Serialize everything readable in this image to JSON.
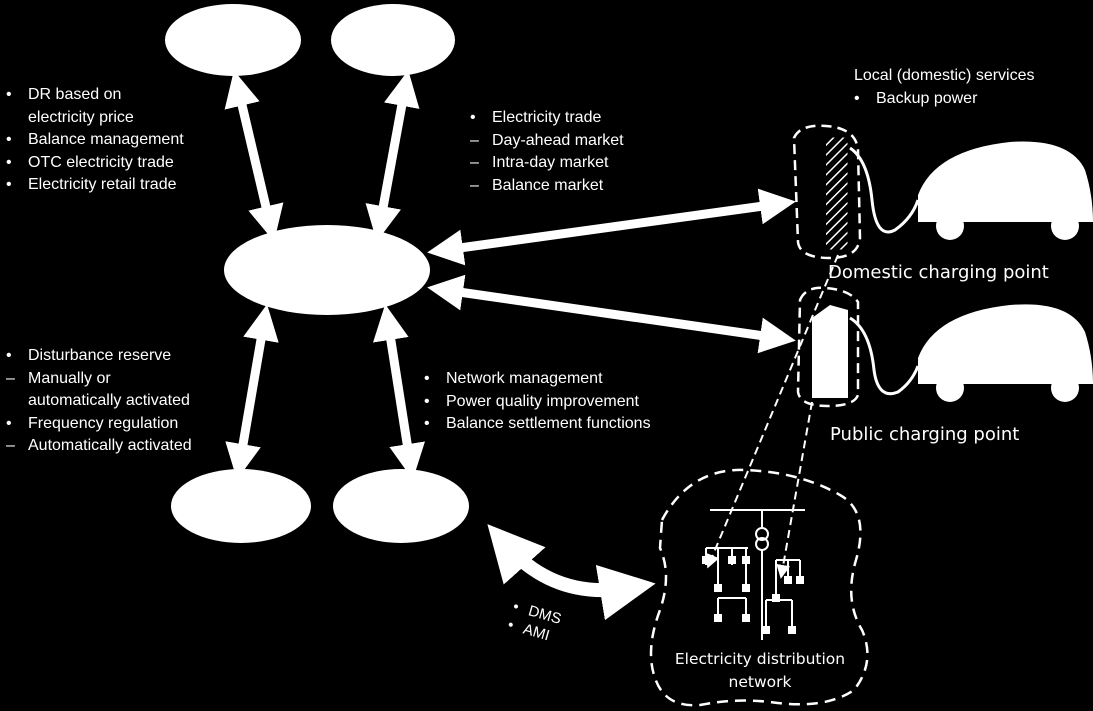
{
  "labels": {
    "top_left_list": [
      {
        "marker": "•",
        "text": "DR based on"
      },
      {
        "marker": "",
        "text": "electricity price"
      },
      {
        "marker": "•",
        "text": "Balance management"
      },
      {
        "marker": "•",
        "text": "OTC electricity trade"
      },
      {
        "marker": "•",
        "text": "Electricity retail trade"
      }
    ],
    "top_middle_list": [
      {
        "marker": "•",
        "text": "Electricity trade"
      },
      {
        "marker": "–",
        "text": "Day-ahead market"
      },
      {
        "marker": "–",
        "text": "Intra-day market"
      },
      {
        "marker": "–",
        "text": "Balance market"
      }
    ],
    "local_services": {
      "title": "Local (domestic) services",
      "item": "Backup power"
    },
    "bottom_left_list": [
      {
        "marker": "•",
        "text": "Disturbance reserve"
      },
      {
        "marker": "–",
        "text": "Manually or"
      },
      {
        "marker": "",
        "text": "automatically activated"
      },
      {
        "marker": "•",
        "text": "Frequency regulation"
      },
      {
        "marker": "–",
        "text": "Automatically activated"
      }
    ],
    "bottom_middle_list": [
      {
        "marker": "•",
        "text": "Network management"
      },
      {
        "marker": "•",
        "text": "Power quality improvement"
      },
      {
        "marker": "•",
        "text": "Balance settlement functions"
      }
    ],
    "dms_ami": [
      "DMS",
      "AMI"
    ],
    "domestic_charging_point": "Domestic charging point",
    "public_charging_point": "Public charging point",
    "distribution_network_line1": "Electricity distribution",
    "distribution_network_line2": "network"
  },
  "colors": {
    "background": "#000000",
    "foreground": "#ffffff"
  },
  "icons": {
    "vehicle": "car-icon",
    "charger": "charging-station-icon",
    "transformer": "transformer-icon"
  }
}
